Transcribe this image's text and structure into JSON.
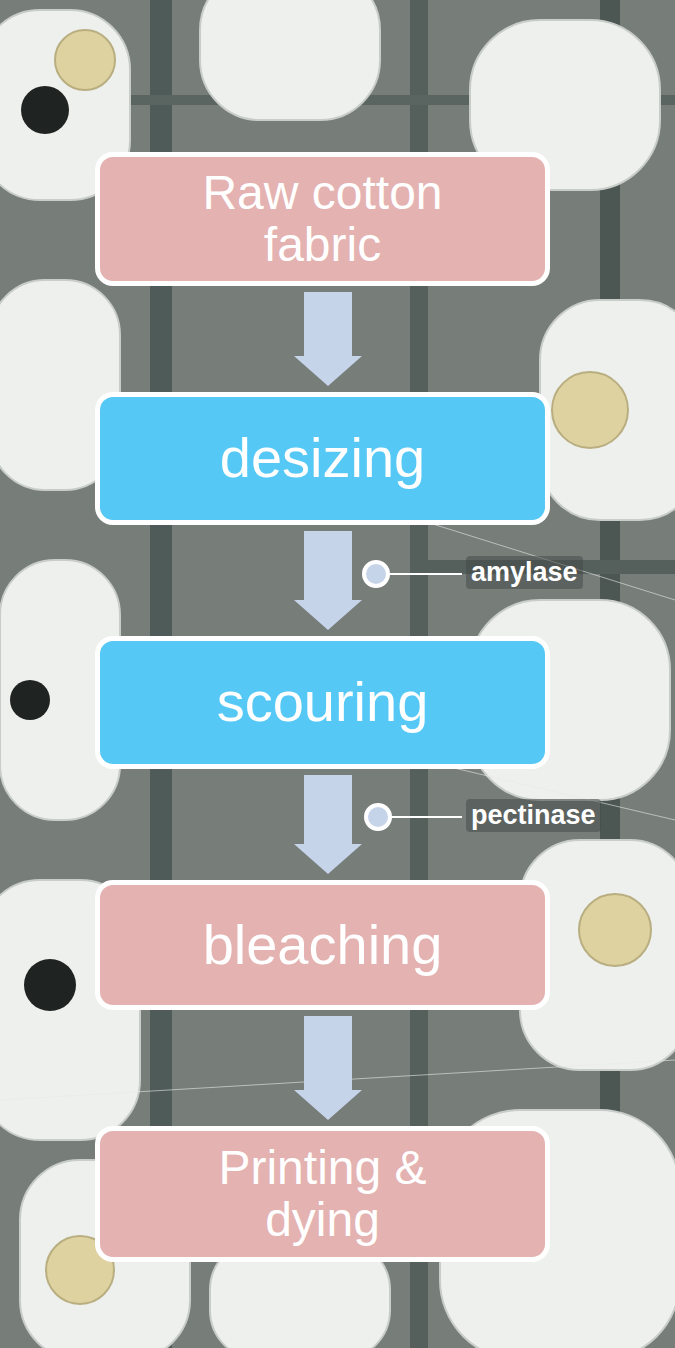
{
  "diagram": {
    "nodes": [
      {
        "text": [
          "Raw cotton fabric"
        ]
      },
      {
        "text": [
          "desizing"
        ]
      },
      {
        "text": [
          "scouring"
        ]
      },
      {
        "text": [
          "bleaching"
        ]
      },
      {
        "text": [
          "Printing & dying"
        ]
      }
    ],
    "edges": [
      {
        "from": 0,
        "to": 1,
        "arrow": "to"
      },
      {
        "from": 1,
        "to": 2,
        "arrow": "to"
      },
      {
        "from": 2,
        "to": 3,
        "arrow": "to"
      },
      {
        "from": 3,
        "to": 4,
        "arrow": "to"
      }
    ],
    "labels": [
      "amylase",
      "pectinase"
    ]
  }
}
